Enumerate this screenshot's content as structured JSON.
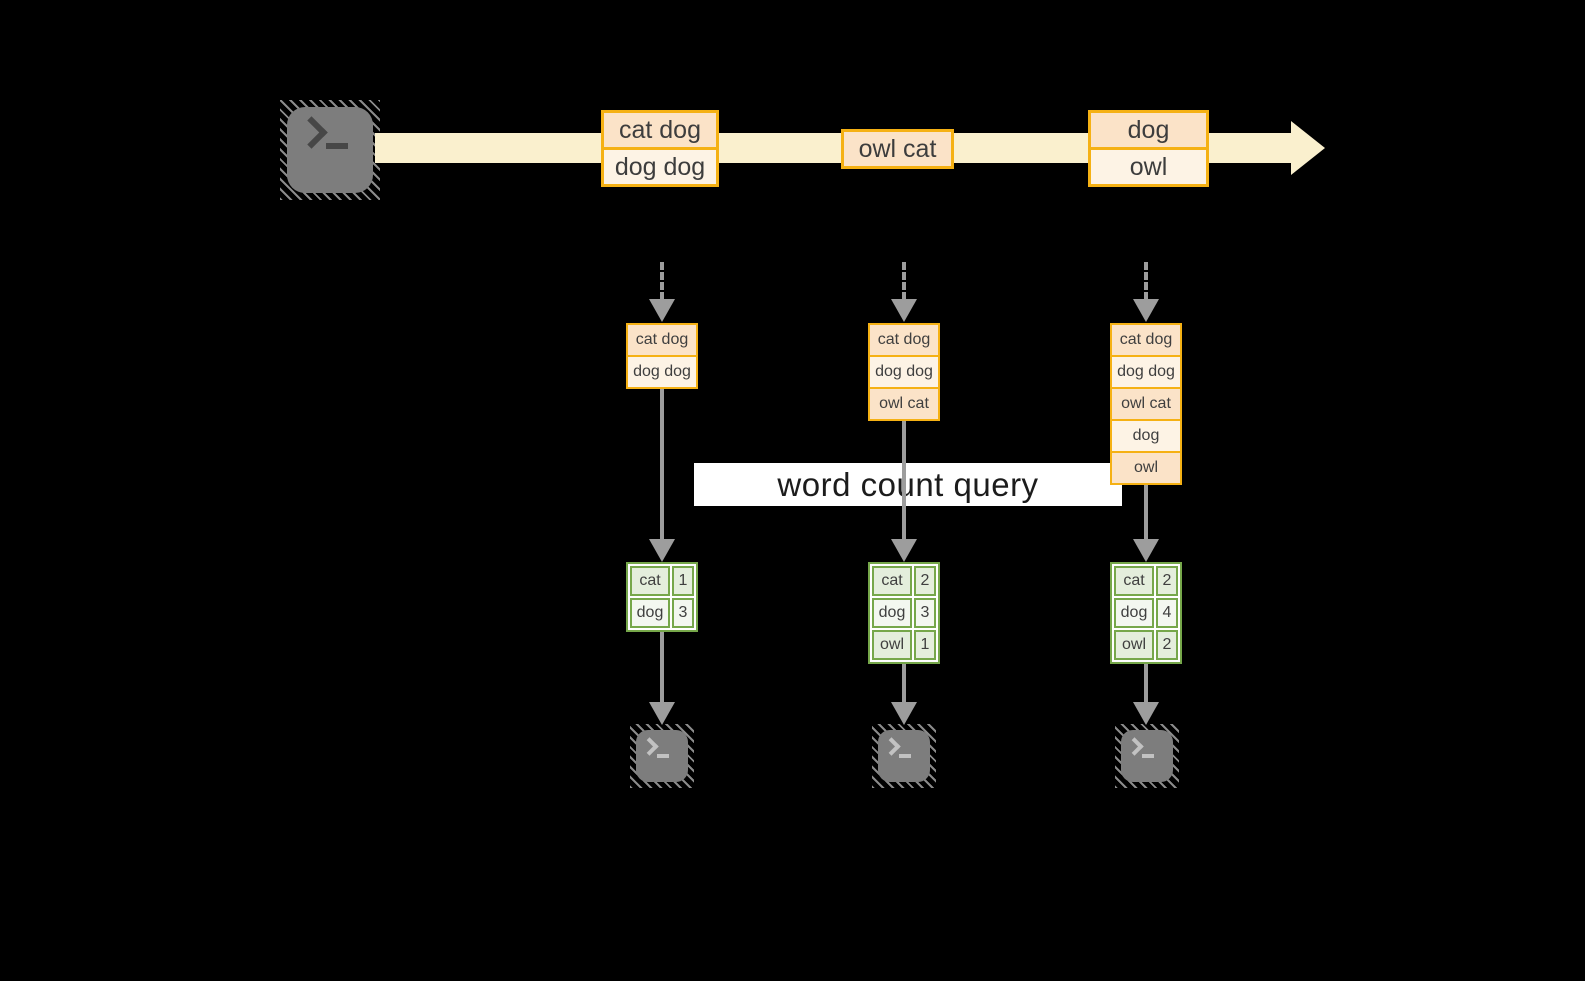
{
  "stream_batches": [
    {
      "rows": [
        "cat dog",
        "dog dog"
      ]
    },
    {
      "rows": [
        "owl cat"
      ]
    },
    {
      "rows": [
        "dog",
        "owl"
      ]
    }
  ],
  "query": {
    "label": "word count query"
  },
  "pipelines": [
    {
      "buffer": [
        "cat dog",
        "dog dog"
      ],
      "counts": [
        {
          "word": "cat",
          "n": "1"
        },
        {
          "word": "dog",
          "n": "3"
        }
      ]
    },
    {
      "buffer": [
        "cat dog",
        "dog dog",
        "owl cat"
      ],
      "counts": [
        {
          "word": "cat",
          "n": "2"
        },
        {
          "word": "dog",
          "n": "3"
        },
        {
          "word": "owl",
          "n": "1"
        }
      ]
    },
    {
      "buffer": [
        "cat dog",
        "dog dog",
        "owl cat",
        "dog",
        "owl"
      ],
      "counts": [
        {
          "word": "cat",
          "n": "2"
        },
        {
          "word": "dog",
          "n": "4"
        },
        {
          "word": "owl",
          "n": "2"
        }
      ]
    }
  ],
  "icons": {
    "source": "terminal-icon",
    "sinks": [
      "terminal-icon",
      "terminal-icon",
      "terminal-icon"
    ]
  },
  "colors": {
    "accent_gold": "#F5B114",
    "band_cream": "#FAF0CE",
    "cell_peach": "#FBE3C8",
    "cell_cream": "#FDF3E5",
    "green_border": "#76A74A",
    "green_dark": "#E4EEDC",
    "green_light": "#F3F7F0",
    "arrow_gray": "#9D9D9D",
    "terminal_gray": "#7D7D7D",
    "query_bg": "#FFFFFF",
    "text_dark": "#3F3F3F",
    "background": "#000000"
  }
}
